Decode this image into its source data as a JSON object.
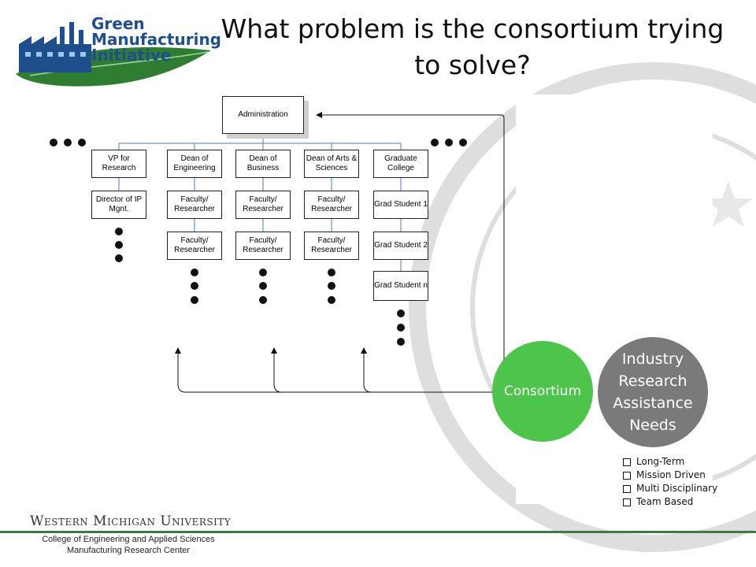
{
  "slide": {
    "title": "What problem is the consortium trying to solve?"
  },
  "logo": {
    "line1": "Green",
    "line2": "Manufacturing",
    "line3": "Initiative",
    "green": "#2e7d32",
    "blue": "#1f4e8c"
  },
  "org_chart": {
    "top": "Administration",
    "heads": [
      "VP for\nResearch",
      "Dean of\nEngineering",
      "Dean of\nBusiness",
      "Dean of Arts &\nSciences",
      "Graduate\nCollege"
    ],
    "row2": [
      "Director of IP\nMgnt.",
      "Faculty/\nResearcher",
      "Faculty/\nResearcher",
      "Faculty/\nResearcher",
      "Grad Student 1"
    ],
    "row3": [
      "Faculty/\nResearcher",
      "Faculty/\nResearcher",
      "Faculty/\nResearcher",
      "Grad Student 2"
    ],
    "row4": [
      "Grad Student n"
    ],
    "line_color": "#4a7cc4"
  },
  "consortium": {
    "label": "Consortium",
    "color": "#4cc54a"
  },
  "needs": {
    "label": "Industry\nResearch\nAssistance\nNeeds",
    "color": "#7a7a7a",
    "items": [
      "Long-Term",
      "Mission Driven",
      "Multi Disciplinary",
      "Team Based"
    ]
  },
  "footer": {
    "university": "Western Michigan University",
    "college_line1": "College of Engineering and Applied Sciences",
    "college_line2": "Manufacturing Research Center",
    "rule_color": "#3d7a45"
  }
}
